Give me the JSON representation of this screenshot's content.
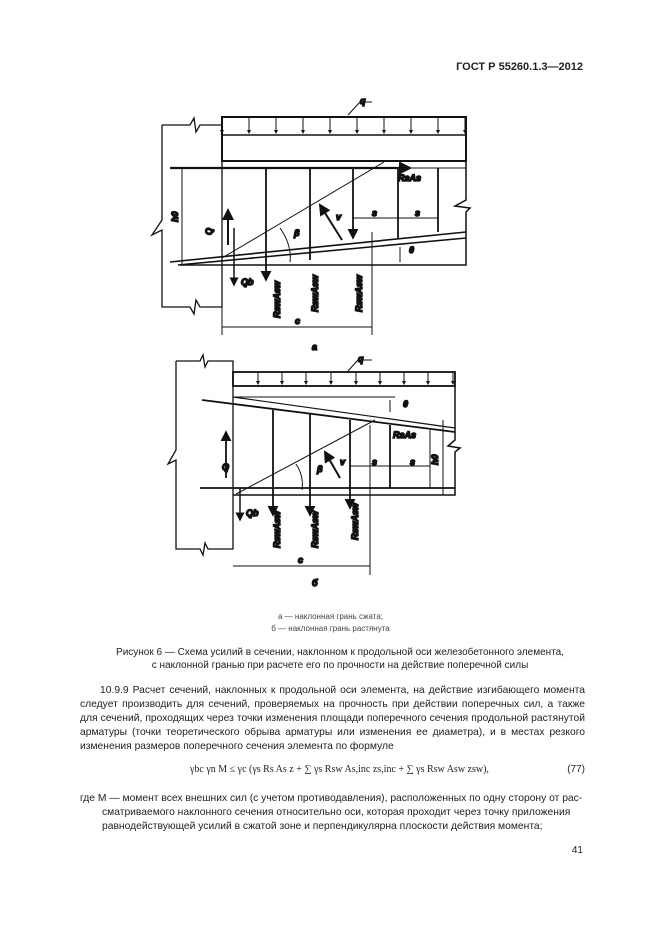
{
  "header": {
    "standard_code": "ГОСТ Р 55260.1.3—2012"
  },
  "figure": {
    "diagram_a": {
      "load": "q",
      "rebar_force": "RsAs",
      "height": "h0",
      "shear": "Q",
      "concrete_shear": "Qb",
      "stirrup_force": "RswAsw",
      "spacing": "s",
      "angle_beta": "β",
      "angle_theta": "θ",
      "crack_length": "c",
      "force_v": "v",
      "sub_label": "а"
    },
    "diagram_b": {
      "load": "q",
      "rebar_force": "RsAs",
      "height": "h0",
      "shear": "Q",
      "concrete_shear": "Qb",
      "stirrup_force": "RswAsw",
      "spacing": "s",
      "angle_beta": "β",
      "angle_theta": "θ",
      "crack_length": "c",
      "force_v": "v",
      "sub_label": "б"
    },
    "legend": [
      "а — наклонная грань сжата;",
      "б — наклонная грань растянута"
    ],
    "caption": [
      "Рисунок 6 — Схема усилий в сечении, наклонном к продольной оси железобетонного элемента,",
      "с наклонной гранью при расчете его по прочности на действие поперечной силы"
    ]
  },
  "body": {
    "paragraph": "10.9.9 Расчет сечений, наклонных к продольной оси элемента, на действие изгибающего момента следует производить для сечений, проверяемых на прочность при действии поперечных сил, а также для сечений, проходящих через точки изменения площади поперечного сечения продольной растянутой арматуры (точки теоретического обрыва арматуры или изменения ее диаметра), и в местах резкого изменения размеров поперечного сечения элемента по формуле",
    "formula": "γbc γn M ≤ γc (γs Rs As z + ∑ γs Rsw As,inc zs,inc + ∑ γs Rsw Asw zsw),",
    "formula_number": "(77)",
    "where_first": "где M — момент всех внешних сил (с учетом противодавления), расположенных по одну сторону от рас-",
    "where_rest": "сматриваемого наклонного сечения относительно оси, которая проходит через точку приложения равнодействующей усилий в сжатой зоне и перпендикулярна плоскости действия момента;"
  },
  "footer": {
    "page_number": "41"
  }
}
